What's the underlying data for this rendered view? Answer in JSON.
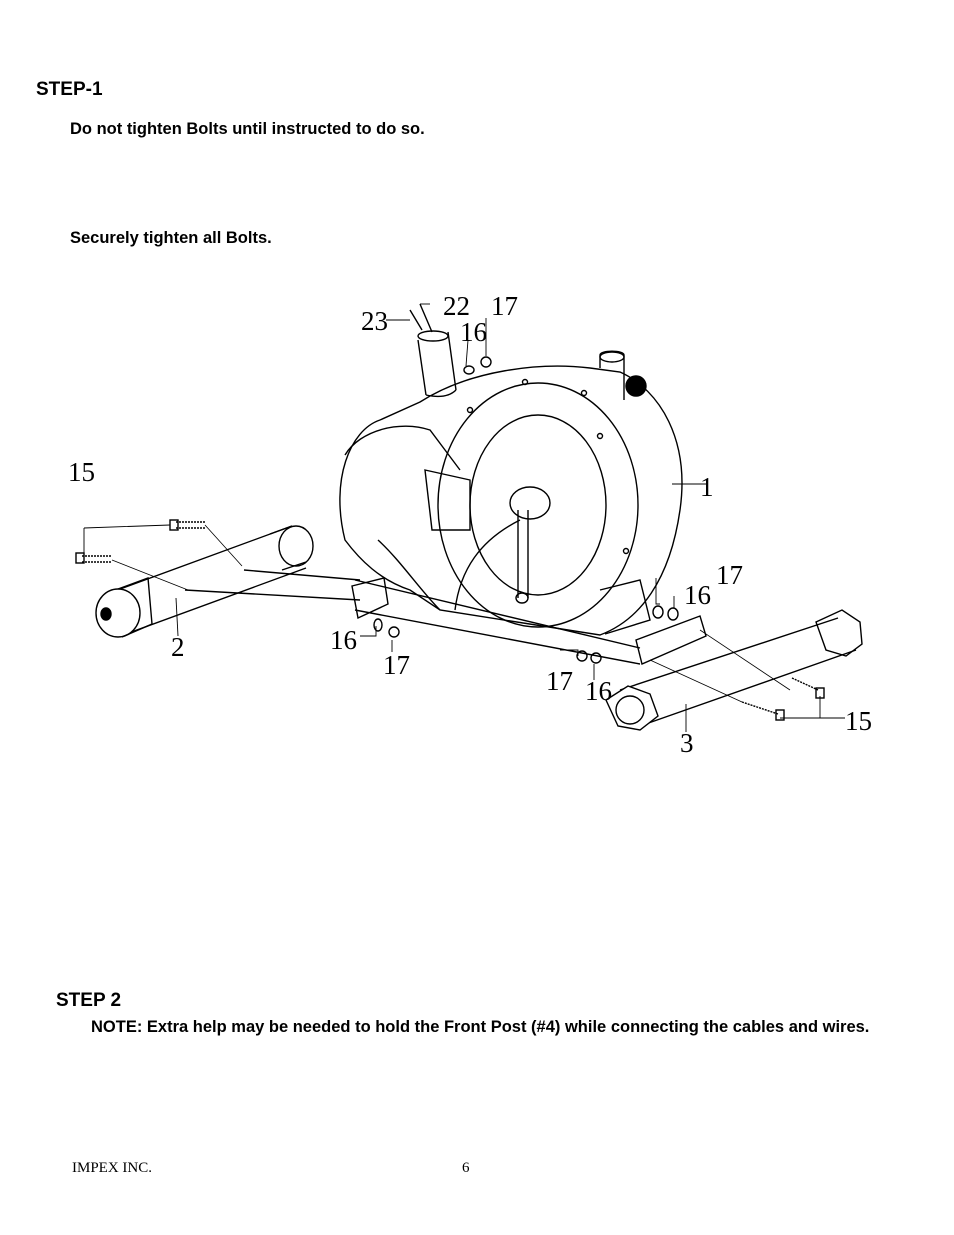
{
  "step1": {
    "heading": "STEP-1",
    "note_top": "Do not tighten Bolts until instructed to do so.",
    "note_bottom": "Securely tighten all Bolts."
  },
  "diagram": {
    "callouts": {
      "c23": "23",
      "c22": "22",
      "c17_top": "17",
      "c16_top": "16",
      "c15_left": "15",
      "c1": "1",
      "c17_right": "17",
      "c16_right": "16",
      "c2": "2",
      "c16_mid": "16",
      "c17_mid": "17",
      "c17_bottom": "17",
      "c16_bottom": "16",
      "c15_right": "15",
      "c3": "3"
    }
  },
  "step2": {
    "heading": "STEP 2",
    "note": "NOTE: Extra help may be needed to hold the Front Post (#4) while connecting the cables and wires."
  },
  "footer": {
    "company": "IMPEX INC.",
    "page": "6"
  }
}
